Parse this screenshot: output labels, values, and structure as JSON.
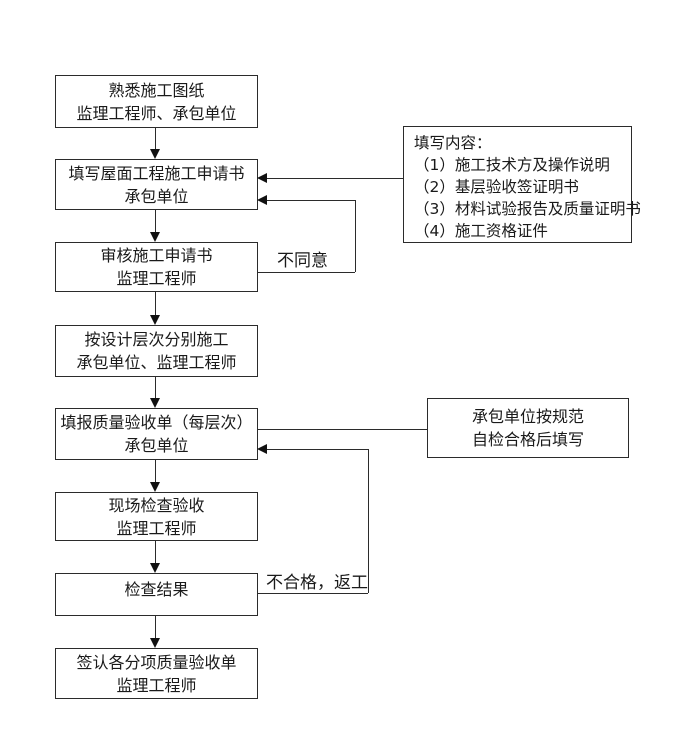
{
  "steps": [
    {
      "id": "familiarize-construction-drawings",
      "lines": [
        "熟悉施工图纸",
        "监理工程师、承包单位"
      ]
    },
    {
      "id": "fill-roof-construction-application",
      "lines": [
        "填写屋面工程施工申请书",
        "承包单位"
      ]
    },
    {
      "id": "review-construction-application",
      "lines": [
        "审核施工申请书",
        "监理工程师"
      ]
    },
    {
      "id": "construct-by-design-layers",
      "lines": [
        "按设计层次分别施工",
        "承包单位、监理工程师"
      ]
    },
    {
      "id": "submit-quality-acceptance-form",
      "lines": [
        "填报质量验收单（每层次）",
        "承包单位"
      ]
    },
    {
      "id": "site-inspection-acceptance",
      "lines": [
        "现场检查验收",
        "监理工程师"
      ]
    },
    {
      "id": "inspection-result",
      "lines": [
        "检查结果"
      ]
    },
    {
      "id": "sign-quality-acceptance-forms",
      "lines": [
        "签认各分项质量验收单",
        "监理工程师"
      ]
    }
  ],
  "annotations": [
    {
      "id": "fill-content-note",
      "lines": [
        "填写内容：",
        "（1）施工技术方及操作说明",
        "（2）基层验收签证明书",
        "（3）材料试验报告及质量证明书",
        "（4）施工资格证件"
      ]
    },
    {
      "id": "self-check-note",
      "lines": [
        "承包单位按规范",
        "自检合格后填写"
      ]
    }
  ],
  "edge_labels": {
    "disagree": "不同意",
    "rework": "不合格，返工"
  },
  "colors": {
    "background": "#ffffff",
    "line": "#2b2b2b",
    "text": "#1a1a1a"
  }
}
